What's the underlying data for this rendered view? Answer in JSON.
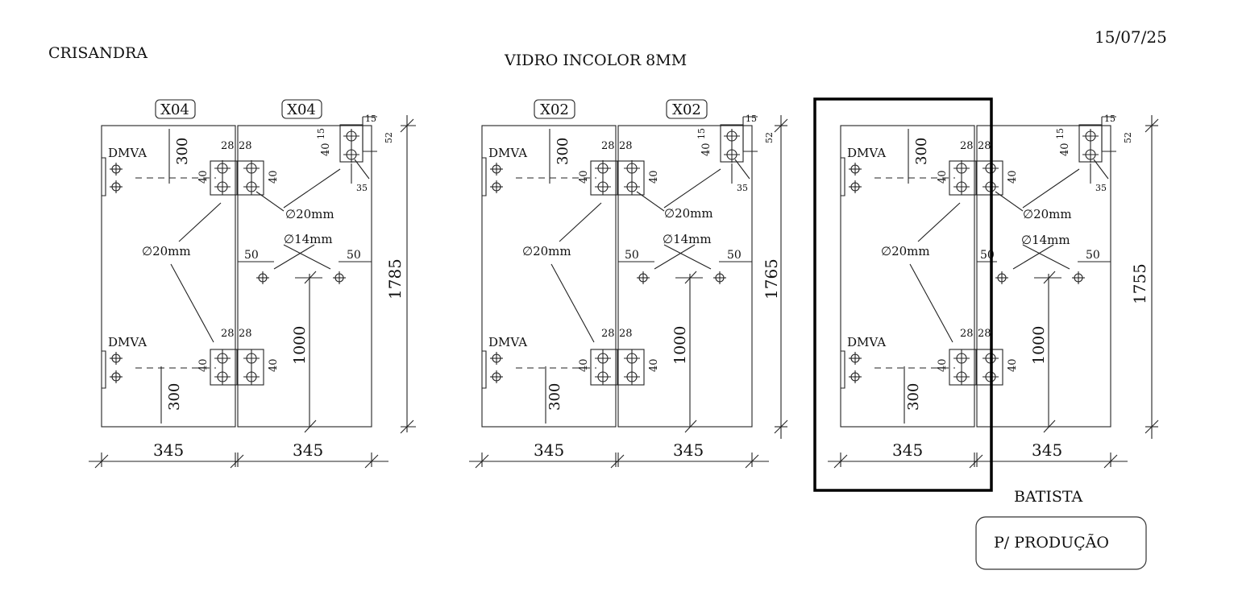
{
  "header": {
    "client": "CRISANDRA",
    "material": "VIDRO INCOLOR 8MM",
    "date": "15/07/25"
  },
  "footer": {
    "name": "BATISTA",
    "status_button": "P/ PRODUÇÃO"
  },
  "common": {
    "d20_label": "∅20mm",
    "d14_label": "∅14mm",
    "dmva_label": "DMVA",
    "width_label": "345",
    "hinge_h_label": "300",
    "gap_28": "28",
    "gap_40": "40",
    "off_15": "15",
    "off_52": "52",
    "off_35": "35",
    "off_50": "50",
    "h_1000": "1000"
  },
  "assemblies": [
    {
      "tag": "X04",
      "height": "1785"
    },
    {
      "tag": "X02",
      "height": "1765"
    },
    {
      "tag": "",
      "height": "1755"
    }
  ]
}
